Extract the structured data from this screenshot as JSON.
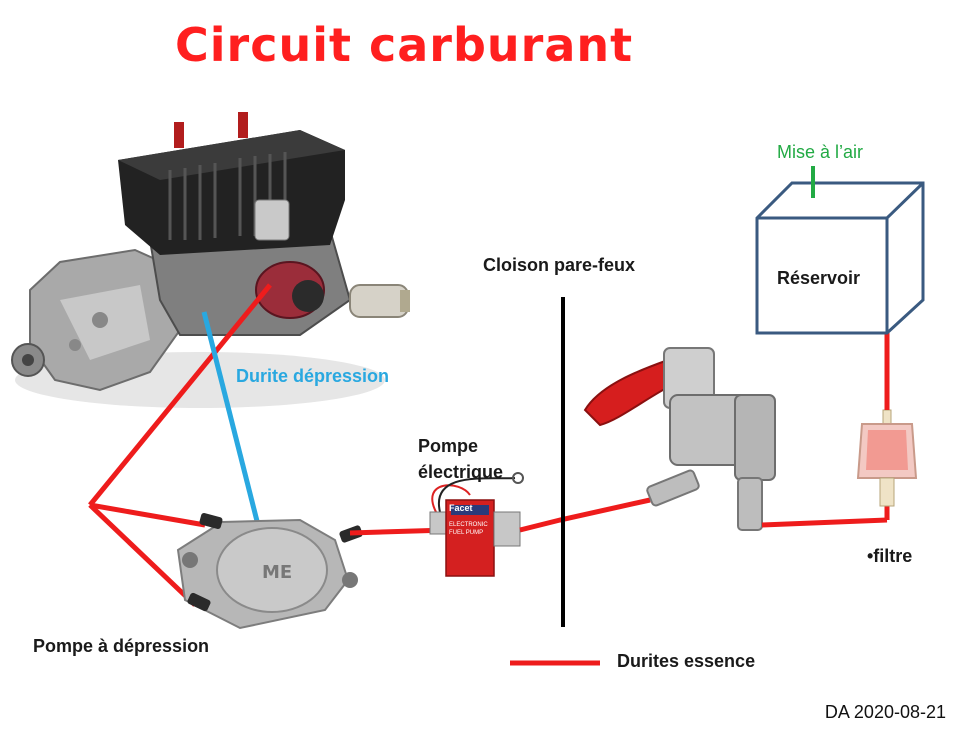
{
  "title": "Circuit carburant",
  "labels": {
    "mise_air": "Mise à l’air",
    "reservoir": "Réservoir",
    "cloison": "Cloison pare-feux",
    "durite_depression": "Durite dépression",
    "pompe_electrique_1": "Pompe",
    "pompe_electrique_2": "électrique",
    "filtre": "•filtre",
    "pompe_depression": "Pompe à dépression",
    "legend": "Durites essence",
    "date": "DA  2020-08-21"
  },
  "pump_text": {
    "brand": "Facet",
    "line1": "ELECTRONIC",
    "line2": "FUEL PUMP"
  },
  "colors": {
    "fuel_line": "#ee1c1c",
    "vacuum_line": "#29a8e0",
    "tank_stroke": "#3a5a80",
    "vent": "#22aa44",
    "title": "#ff1f1f"
  },
  "icons": [
    "engine-icon",
    "vacuum-pump-icon",
    "electric-pump-icon",
    "fuel-valve-icon",
    "fuel-filter-icon",
    "tank-icon"
  ]
}
